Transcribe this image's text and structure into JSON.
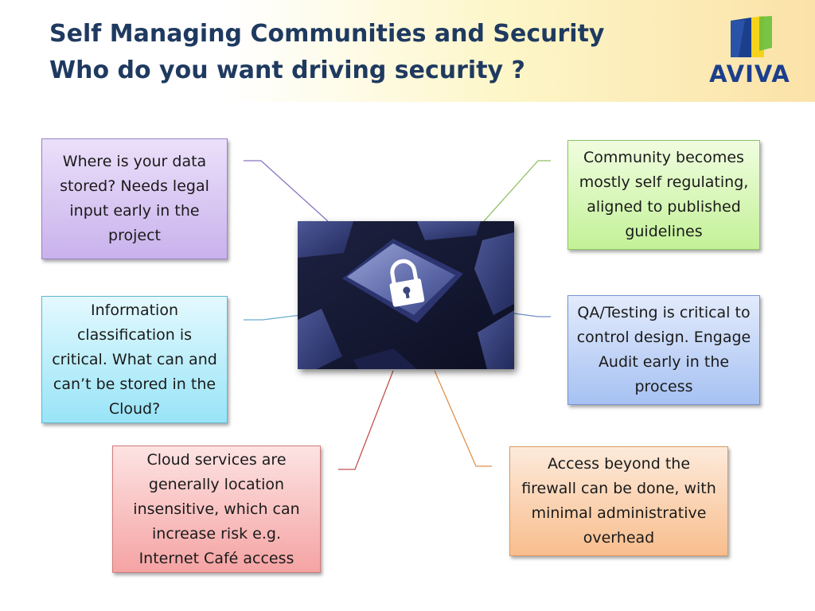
{
  "slide": {
    "title_line1": "Self Managing Communities and Security",
    "title_line2": "Who do you want driving security ?"
  },
  "logo": {
    "text": "AVIVA"
  },
  "center_image": {
    "icon": "padlock-key-icon"
  },
  "callouts": {
    "top_left": "Where is your data stored? Needs legal input early in the project",
    "middle_left": "Information classification is critical. What can and can’t be stored in the Cloud?",
    "bottom_left": "Cloud services are generally location insensitive, which can increase risk e.g. Internet Café access",
    "top_right": "Community becomes mostly self regulating, aligned to published guidelines",
    "middle_right": "QA/Testing is critical to control design. Engage Audit early in the process",
    "bottom_right": "Access beyond the firewall can be done, with minimal administrative overhead"
  },
  "colors": {
    "title": "#1f3a60",
    "logo_blue": "#1c3f8c",
    "logo_yellow": "#f5d31c",
    "logo_green": "#6abf3c",
    "purple": "#c9b2ec",
    "cyan": "#98e4f7",
    "red": "#f5a3a3",
    "green": "#c3f197",
    "blue": "#a6c1f2",
    "orange": "#f8be8d"
  }
}
